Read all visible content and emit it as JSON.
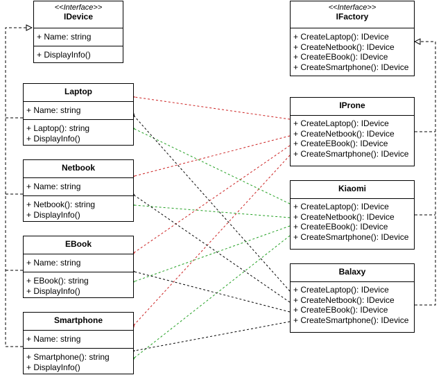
{
  "stereotype": "<<Interface>>",
  "classes": {
    "idevice": {
      "name": "IDevice",
      "attrs": [
        "+ Name: string"
      ],
      "methods": [
        "+ DisplayInfo()"
      ]
    },
    "ifactory": {
      "name": "IFactory",
      "methods": [
        "+ CreateLaptop(): IDevice",
        "+ CreateNetbook(): IDevice",
        "+ CreateEBook(): IDevice",
        "+ CreateSmartphone(): IDevice"
      ]
    },
    "laptop": {
      "name": "Laptop",
      "attrs": [
        "+ Name: string"
      ],
      "methods": [
        "+ Laptop(): string",
        "+ DisplayInfo()"
      ]
    },
    "netbook": {
      "name": "Netbook",
      "attrs": [
        "+ Name: string"
      ],
      "methods": [
        "+ Netbook(): string",
        "+ DisplayInfo()"
      ]
    },
    "ebook": {
      "name": "EBook",
      "attrs": [
        "+ Name: string"
      ],
      "methods": [
        "+ EBook(): string",
        "+ DisplayInfo()"
      ]
    },
    "smartphone": {
      "name": "Smartphone",
      "attrs": [
        "+ Name: string"
      ],
      "methods": [
        "+ Smartphone(): string",
        "+ DisplayInfo()"
      ]
    },
    "iprone": {
      "name": "IProne",
      "methods": [
        "+ CreateLaptop(): IDevice",
        "+ CreateNetbook(): IDevice",
        "+ CreateEBook(): IDevice",
        "+ CreateSmartphone(): IDevice"
      ]
    },
    "kiaomi": {
      "name": "Kiaomi",
      "methods": [
        "+ CreateLaptop(): IDevice",
        "+ CreateNetbook(): IDevice",
        "+ CreateEBook(): IDevice",
        "+ CreateSmartphone(): IDevice"
      ]
    },
    "balaxy": {
      "name": "Balaxy",
      "methods": [
        "+ CreateLaptop(): IDevice",
        "+ CreateNetbook(): IDevice",
        "+ CreateEBook(): IDevice",
        "+ CreateSmartphone(): IDevice"
      ]
    }
  },
  "colors": {
    "iprone": "#cc2222",
    "kiaomi": "#22a022",
    "balaxy": "#000000"
  }
}
